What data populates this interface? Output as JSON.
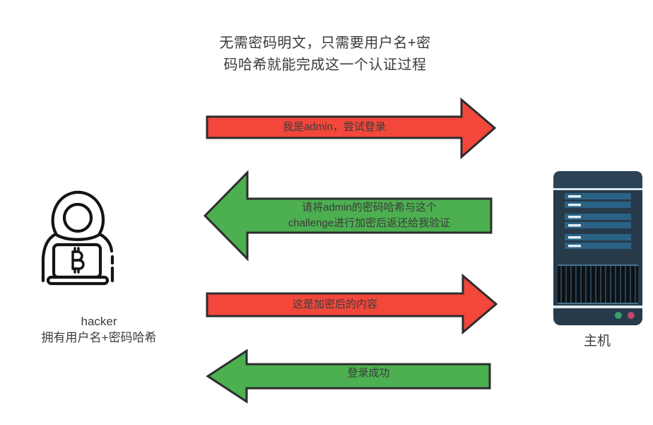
{
  "title": {
    "line1": "无需密码明文，只需要用户名+密",
    "line2": "码哈希就能完成这一个认证过程"
  },
  "hacker": {
    "name": "hacker",
    "description": "拥有用户名+密码哈希",
    "icon": "hooded-hacker-with-bitcoin-laptop"
  },
  "server": {
    "name": "主机",
    "icon": "server-tower",
    "led_green": "#36a06c",
    "led_red": "#b84a68"
  },
  "messages": [
    {
      "step": 1,
      "direction": "right",
      "color": "#f2473a",
      "label": "我是admin，尝试登录"
    },
    {
      "step": 2,
      "direction": "left",
      "color": "#4caf50",
      "label_line1": "请将admin的密码哈希与这个",
      "label_line2": "challenge进行加密后返还给我验证"
    },
    {
      "step": 3,
      "direction": "right",
      "color": "#f2473a",
      "label": "这是加密后的内容"
    },
    {
      "step": 4,
      "direction": "left",
      "color": "#4caf50",
      "label": "登录成功"
    }
  ],
  "colors": {
    "red_arrow": "#f2473a",
    "green_arrow": "#4caf50",
    "arrow_border": "#2d2d2d",
    "text": "#3c3c3c",
    "server_body": "#263a4a",
    "server_cap": "#2c4356",
    "server_bar": "#2a6285"
  }
}
